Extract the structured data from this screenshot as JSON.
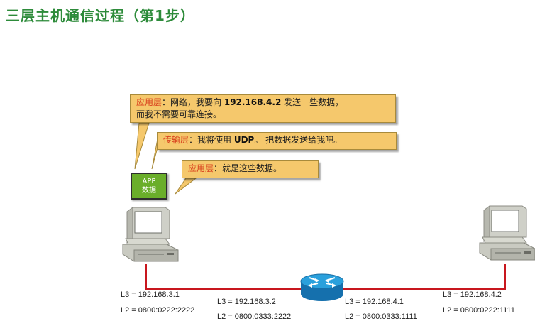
{
  "page": {
    "title": "三层主机通信过程（第1步）"
  },
  "bubbles": {
    "app_layer_1": {
      "layer": "应用层",
      "text_before": "：网络，我要向 ",
      "ip": "192.168.4.2",
      "text_after": " 发送一些数据，",
      "line2": "而我不需要可靠连接。"
    },
    "transport_layer": {
      "layer": "传输层",
      "text_before": "：我将使用 ",
      "proto": "UDP",
      "text_after": "。 把数据发送给我吧。"
    },
    "app_layer_2": {
      "layer": "应用层",
      "text": "：就是这些数据。"
    }
  },
  "app_box": {
    "line1": "APP",
    "line2": "数据"
  },
  "network": {
    "host_left": {
      "l3": "L3 = 192.168.3.1",
      "l2": "L2 = 0800:0222:2222"
    },
    "router_left": {
      "l3": "L3 = 192.168.3.2",
      "l2": "L2 = 0800:0333:2222"
    },
    "router_right": {
      "l3": "L3 = 192.168.4.1",
      "l2": "L2 = 0800:0333:1111"
    },
    "host_right": {
      "l3": "L3 = 192.168.4.2",
      "l2": "L2 = 0800:0222:1111"
    }
  },
  "colors": {
    "title": "#2d8b3a",
    "bubble": "#f5c86c",
    "layer_text": "#d9421e",
    "app_box": "#6aae2a",
    "link": "#c8171e",
    "router": "#1f8fcf"
  },
  "icons": {
    "host": "desktop-computer-icon",
    "router": "router-icon"
  }
}
